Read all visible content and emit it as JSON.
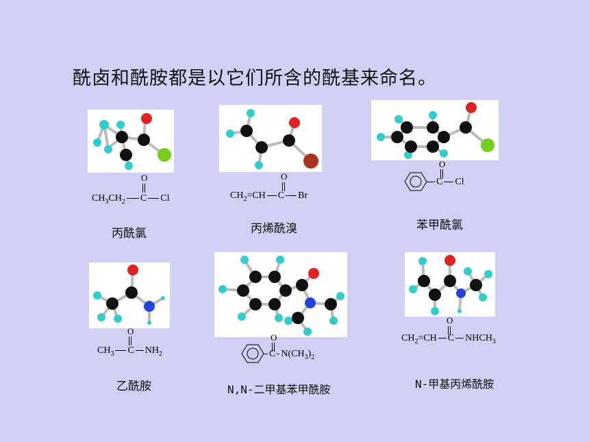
{
  "heading": "酰卤和酰胺都是以它们所含的酰基来命名。",
  "compounds": [
    {
      "name": "丙酰氯",
      "formula_main": "CH3CH2",
      "formula_tail": "Cl",
      "carbonyl": "C",
      "oxygen": "O"
    },
    {
      "name": "丙烯酰溴",
      "formula_main": "CH2=CH",
      "formula_tail": "Br",
      "carbonyl": "C",
      "oxygen": "O"
    },
    {
      "name": "苯甲酰氯",
      "formula_tail": "Cl",
      "carbonyl": "C",
      "oxygen": "O"
    },
    {
      "name": "乙酰胺",
      "formula_main": "CH3",
      "formula_tail": "NH2",
      "carbonyl": "C",
      "oxygen": "O"
    },
    {
      "name": "N,N-二甲基苯甲酰胺",
      "formula_tail": "N(CH3)2",
      "carbonyl": "C",
      "oxygen": "O"
    },
    {
      "name": "N-甲基丙烯酰胺",
      "formula_main": "CH2=CH",
      "formula_tail": "NHCH3",
      "carbonyl": "C",
      "oxygen": "O"
    }
  ],
  "atom_colors": {
    "carbon": "#111111",
    "hydrogen": "#33cccc",
    "oxygen": "#dd2222",
    "chlorine": "#77cc22",
    "bromine": "#aa3322",
    "nitrogen": "#2244dd",
    "bond": "#bbbbbb"
  }
}
